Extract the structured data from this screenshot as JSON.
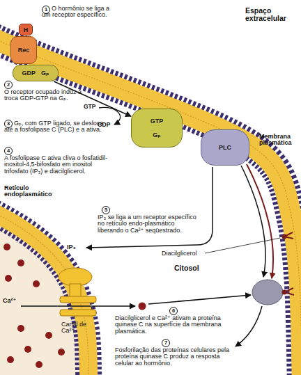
{
  "diagram": {
    "nodes": [
      {
        "text": [
          "H"
        ]
      },
      {
        "text": [
          "Rec"
        ]
      },
      {
        "text": [
          "GDP",
          "Gₚ"
        ]
      },
      {
        "text": [
          "GTP",
          "Gₚ"
        ]
      },
      {
        "text": [
          "PLC"
        ]
      }
    ],
    "edges": [
      {
        "from": 2,
        "to": 3,
        "arrow": "to"
      }
    ],
    "labels": [
      "Espaço extracelular",
      "1",
      "O hormônio se liga a um receptor específico.",
      "2",
      "O receptor ocupado induz a troca GDP-GTP na Gₚ.",
      "GTP",
      "GDP",
      "3",
      "Gₚ, com GTP ligado, se desloca até a fosfolipase C (PLC) e a ativa.",
      "Membrana plasmática",
      "4",
      "A fosfolipase C ativa cliva o fosfatidil-inositol-4,5-bifosfato em inositol trifosfato (IP₃) e diacilglicerol.",
      "Retículo endoplasmático",
      "5",
      "IP₃ se liga a um receptor específico no retículo endo-plasmático liberando o Ca²⁺ seqüestrado.",
      "Diacilglicerol",
      "IP₃",
      "Citosol",
      "Ca²⁺",
      "Canal de Ca²⁺",
      "6",
      "Diacilglicerol e Ca²⁺ ativam a proteína quinase C na superfície da membrana plasmática.",
      "7",
      "Fosforilação das proteínas celulares pela proteína quinase C produz a resposta celular ao hormônio."
    ]
  }
}
